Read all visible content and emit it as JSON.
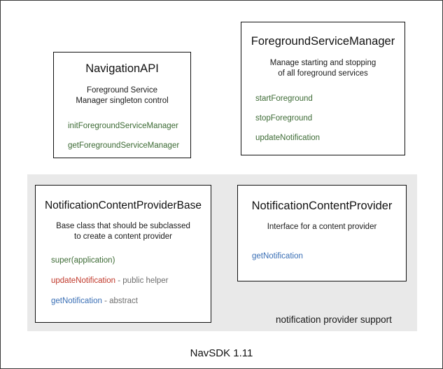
{
  "diagram": {
    "footer_caption": "NavSDK 1.11",
    "group_panel": {
      "caption": "notification provider support",
      "background_color": "#e9e9e9"
    },
    "colors": {
      "green": "#3d6b35",
      "red": "#c0392b",
      "blue": "#3a6fb5",
      "gray_note": "#6e6e6e",
      "panel_background": "#e9e9e9",
      "box_border": "#111111",
      "text": "#111111"
    },
    "boxes": [
      {
        "id": "navigation-api",
        "title": "NavigationAPI",
        "description_lines": [
          "Foreground Service",
          "Manager singleton control"
        ],
        "members": [
          {
            "name": "initForegroundServiceManager",
            "color": "green",
            "note": ""
          },
          {
            "name": "getForegroundServiceManager",
            "color": "green",
            "note": ""
          }
        ]
      },
      {
        "id": "foreground-service-manager",
        "title": "ForegroundServiceManager",
        "description_lines": [
          "Manage starting and stopping",
          "of all foreground services"
        ],
        "members": [
          {
            "name": "startForeground",
            "color": "green",
            "note": ""
          },
          {
            "name": "stopForeground",
            "color": "green",
            "note": ""
          },
          {
            "name": "updateNotification",
            "color": "green",
            "note": ""
          }
        ]
      },
      {
        "id": "notification-content-provider-base",
        "title": "NotificationContentProviderBase",
        "description_lines": [
          "Base class that should be subclassed",
          "to create a content provider"
        ],
        "members": [
          {
            "name": "super(application)",
            "color": "green",
            "note": ""
          },
          {
            "name": "updateNotification",
            "color": "red",
            "note": " - public helper"
          },
          {
            "name": "getNotification",
            "color": "blue",
            "note": " - abstract"
          }
        ]
      },
      {
        "id": "notification-content-provider",
        "title": "NotificationContentProvider",
        "description_lines": [
          "Interface for a content provider"
        ],
        "members": [
          {
            "name": "getNotification",
            "color": "blue",
            "note": ""
          }
        ]
      }
    ]
  }
}
